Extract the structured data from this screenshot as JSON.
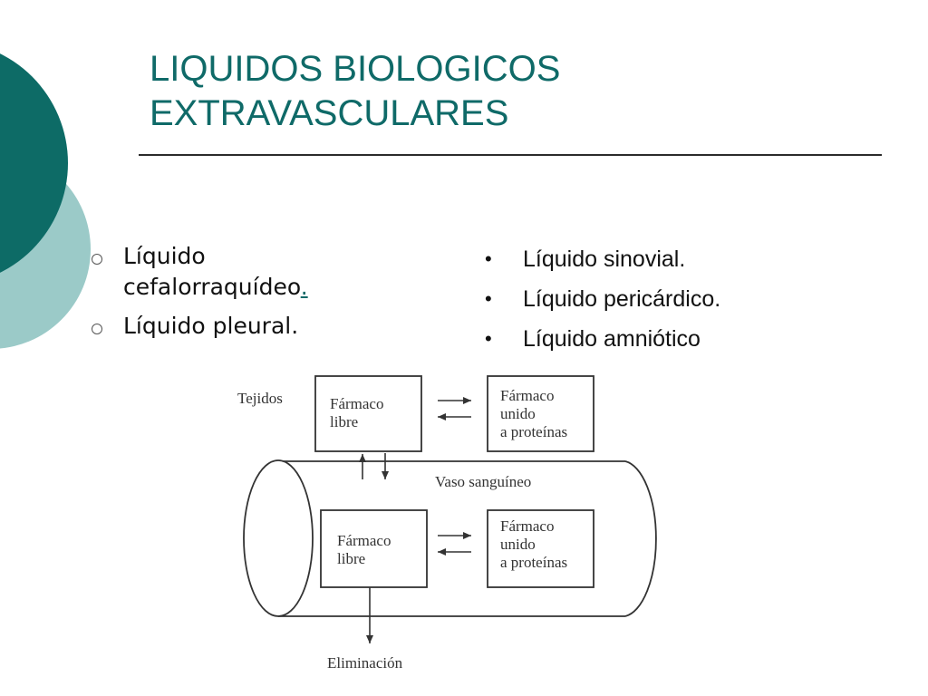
{
  "slide": {
    "title_lines": [
      "LIQUIDOS BIOLOGICOS",
      "EXTRAVASCULARES"
    ],
    "colors": {
      "title": "#0f6a68",
      "circle_dark": "#0d6b66",
      "circle_light": "#9bcac8"
    }
  },
  "left_list": [
    {
      "line1": "Líquido",
      "line2": "cefalorraquídeo",
      "suffix": "."
    },
    {
      "line1": "Líquido pleural.",
      "line2": "",
      "suffix": ""
    }
  ],
  "right_list": [
    {
      "text": "Líquido sinovial."
    },
    {
      "text": "Líquido pericárdico."
    },
    {
      "text": "Líquido amniótico"
    }
  ],
  "diagram": {
    "tissue_label": "Tejidos",
    "vessel_label": "Vaso sanguíneo",
    "elimination_label": "Eliminación",
    "tissue_free_drug": [
      "Fármaco",
      "libre"
    ],
    "tissue_bound_drug": [
      "Fármaco",
      "unido",
      "a proteínas"
    ],
    "blood_free_drug": [
      "Fármaco",
      "libre"
    ],
    "blood_bound_drug": [
      "Fármaco",
      "unido",
      "a proteínas"
    ]
  }
}
